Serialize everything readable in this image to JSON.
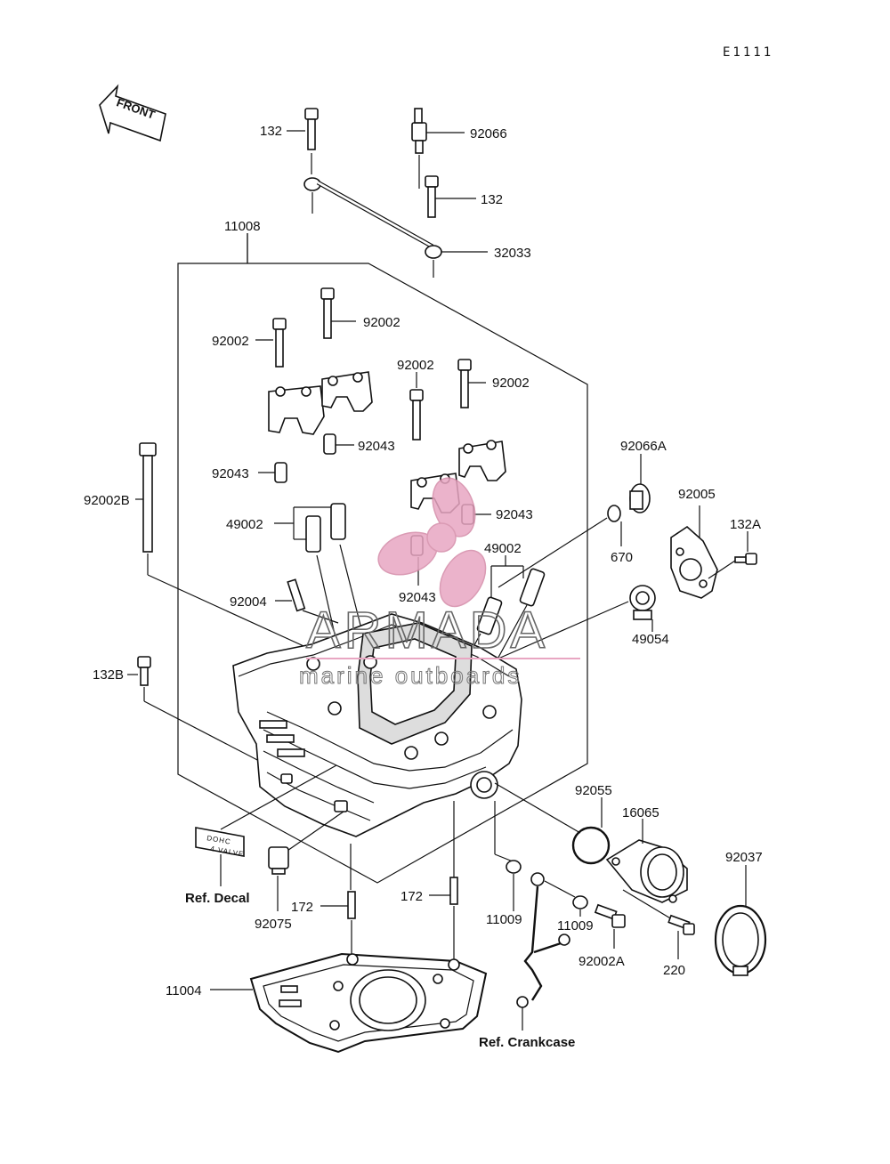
{
  "diagram_code": "E1111",
  "front_label": "FRONT",
  "watermark": {
    "brand": "ARMADA",
    "tagline": "marine outboards",
    "accent_color": "#e8a6c2"
  },
  "decal": {
    "line1": "DOHC",
    "line2": "4 VALVE"
  },
  "labels": {
    "l132_top": "132",
    "l92066": "92066",
    "l132_mid": "132",
    "l32033": "32033",
    "l11008": "11008",
    "l92002_a": "92002",
    "l92002_b": "92002",
    "l92002_c": "92002",
    "l92002_d": "92002",
    "l92043_a": "92043",
    "l92043_b": "92043",
    "l92043_c": "92043",
    "l92043_d": "92043",
    "l92002B": "92002B",
    "l49002_a": "49002",
    "l49002_b": "49002",
    "l92004": "92004",
    "l92066A": "92066A",
    "l92005": "92005",
    "l132A": "132A",
    "l670": "670",
    "l49054": "49054",
    "l132B": "132B",
    "l92055": "92055",
    "l16065": "16065",
    "l92037": "92037",
    "l_ref_decal": "Ref. Decal",
    "l92075": "92075",
    "l172_a": "172",
    "l172_b": "172",
    "l11009_a": "11009",
    "l11009_b": "11009",
    "l92002A": "92002A",
    "l220": "220",
    "l11004": "11004",
    "l_ref_crankcase": "Ref. Crankcase"
  }
}
